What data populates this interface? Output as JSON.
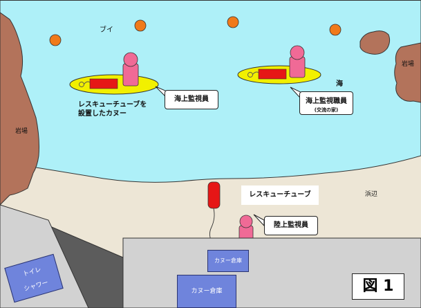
{
  "labels": {
    "buoy": "ブイ",
    "sea": "海",
    "rocks": "岩場",
    "beach": "浜辺",
    "rescue_tube": "レスキューチューブ",
    "canoe_desc_line1": "レスキューチューブを",
    "canoe_desc_line2": "設置したカヌー",
    "sea_guard": "海上監視員",
    "sea_guard_2": "海上監視職員",
    "sea_guard_2_sub": "(交流の家)",
    "land_guard": "陸上監視員",
    "toilet_line1": "トイレ",
    "toilet_line2": "シャワー",
    "canoe_storage": "カヌー倉庫",
    "figure": "図 1"
  },
  "colors": {
    "sea": "#aef0f8",
    "sand": "#ede6d6",
    "rock": "#b3735b",
    "buoy": "#f07a1a",
    "canoe": "#f2f000",
    "tube": "#e61616",
    "person": "#f06a96",
    "building": "#6f84dc",
    "pavement": "#d2d2d2",
    "dark_ground": "#5c5c5c"
  }
}
